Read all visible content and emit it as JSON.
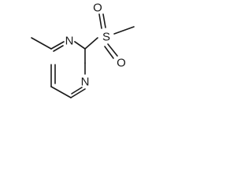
{
  "atoms": {
    "n1": "N",
    "n3": "N",
    "s": "S",
    "o_top": "O",
    "o_bottom": "O"
  }
}
